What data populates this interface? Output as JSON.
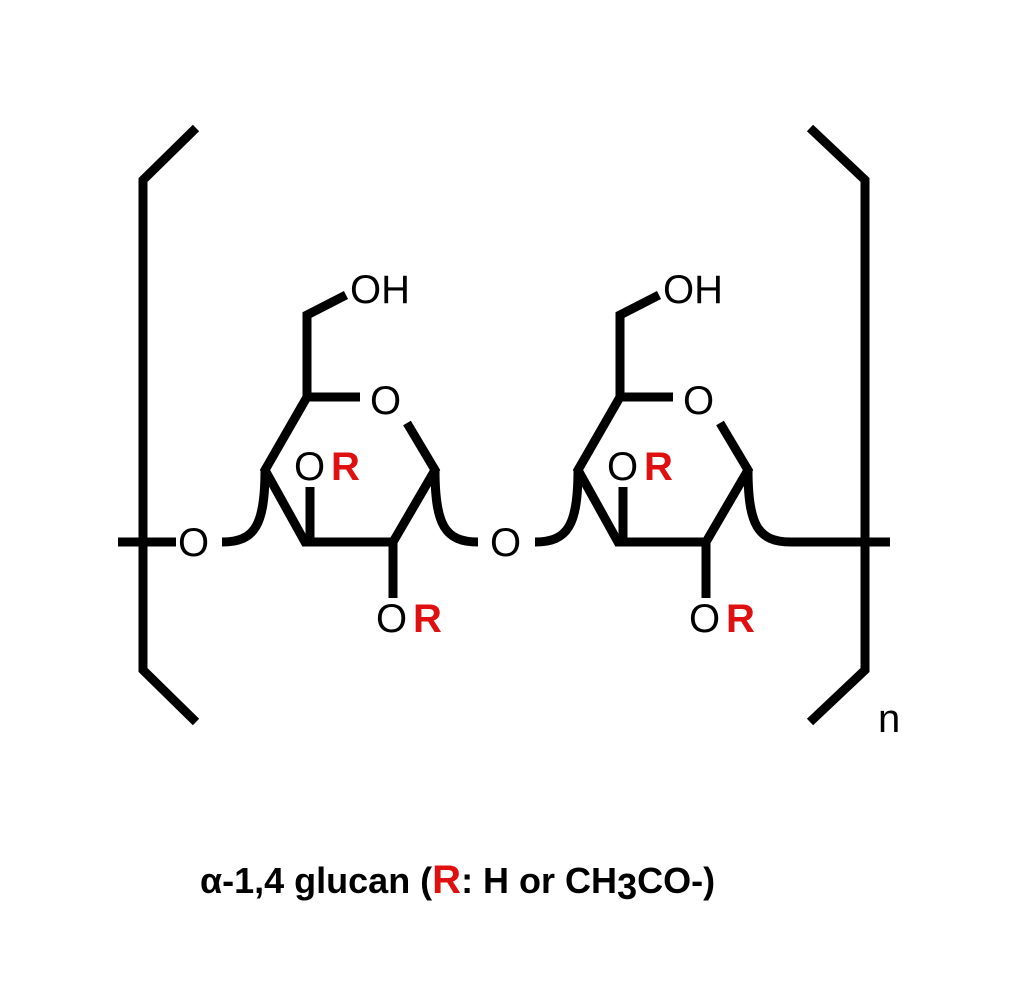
{
  "diagram": {
    "type": "chemical-structure",
    "colors": {
      "bond": "#000000",
      "substituent": "#e01010"
    },
    "atoms": {
      "ring_oxygen": "O",
      "link_oxygen": "O",
      "hydroxyl": "OH",
      "substituent_oxygen": "O",
      "substituent": "R"
    },
    "repeat_subscript": "n",
    "caption": {
      "prefix": "α-1,4 glucan (",
      "r": "R",
      "middle": ": H or CH",
      "sub": "3",
      "suffix": "CO-)"
    }
  }
}
